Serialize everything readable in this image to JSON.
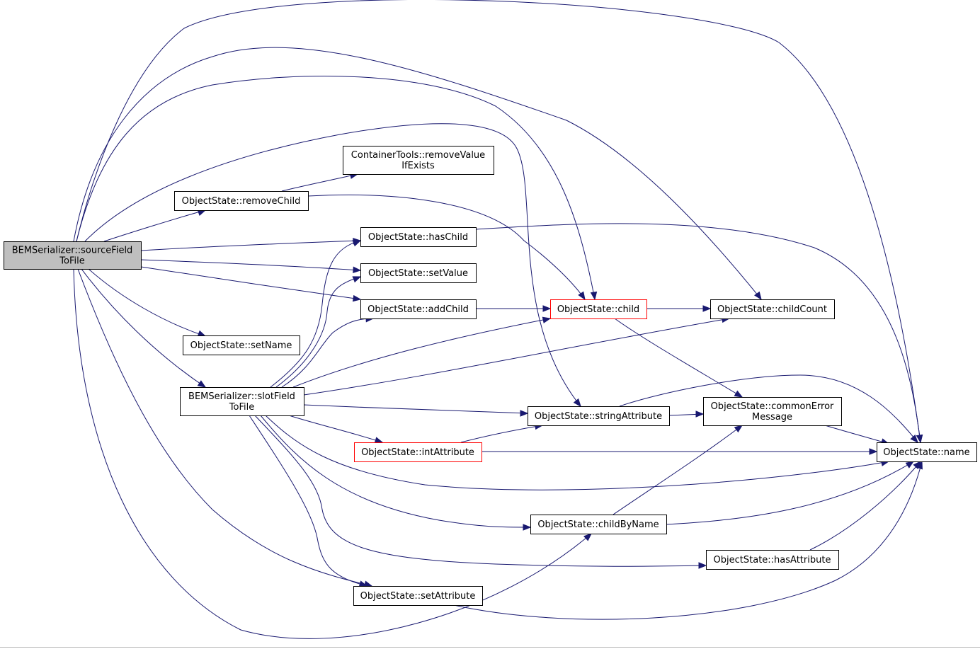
{
  "colors": {
    "edge": "#191970",
    "root_fill": "#bfbfbf",
    "flagged_border": "#ff0000"
  },
  "nodes": {
    "bem_sourcefield": {
      "lines": [
        "BEMSerializer::sourceField",
        "ToFile"
      ],
      "style": "root"
    },
    "os_removechild": {
      "lines": [
        "ObjectState::removeChild"
      ]
    },
    "ct_removevalue": {
      "lines": [
        "ContainerTools::removeValue",
        "IfExists"
      ]
    },
    "os_haschild": {
      "lines": [
        "ObjectState::hasChild"
      ]
    },
    "os_setvalue": {
      "lines": [
        "ObjectState::setValue"
      ]
    },
    "os_addchild": {
      "lines": [
        "ObjectState::addChild"
      ]
    },
    "os_child": {
      "lines": [
        "ObjectState::child"
      ],
      "style": "flagged"
    },
    "os_childcount": {
      "lines": [
        "ObjectState::childCount"
      ]
    },
    "os_setname": {
      "lines": [
        "ObjectState::setName"
      ]
    },
    "bem_slotfield": {
      "lines": [
        "BEMSerializer::slotField",
        "ToFile"
      ]
    },
    "os_stringattribute": {
      "lines": [
        "ObjectState::stringAttribute"
      ]
    },
    "os_commonerror": {
      "lines": [
        "ObjectState::commonError",
        "Message"
      ]
    },
    "os_intattribute": {
      "lines": [
        "ObjectState::intAttribute"
      ],
      "style": "flagged"
    },
    "os_name": {
      "lines": [
        "ObjectState::name"
      ]
    },
    "os_childbyname": {
      "lines": [
        "ObjectState::childByName"
      ]
    },
    "os_hasattribute": {
      "lines": [
        "ObjectState::hasAttribute"
      ]
    },
    "os_setattribute": {
      "lines": [
        "ObjectState::setAttribute"
      ]
    }
  },
  "edges": [
    [
      "bem_sourcefield",
      "os_removechild"
    ],
    [
      "bem_sourcefield",
      "os_haschild"
    ],
    [
      "bem_sourcefield",
      "os_setvalue"
    ],
    [
      "bem_sourcefield",
      "os_addchild"
    ],
    [
      "bem_sourcefield",
      "os_setname"
    ],
    [
      "bem_sourcefield",
      "bem_slotfield"
    ],
    [
      "bem_sourcefield",
      "os_setattribute"
    ],
    [
      "bem_sourcefield",
      "os_childbyname"
    ],
    [
      "bem_sourcefield",
      "os_name"
    ],
    [
      "bem_sourcefield",
      "os_childcount"
    ],
    [
      "bem_sourcefield",
      "os_child"
    ],
    [
      "bem_sourcefield",
      "os_stringattribute"
    ],
    [
      "os_removechild",
      "ct_removevalue"
    ],
    [
      "os_removechild",
      "os_child"
    ],
    [
      "os_haschild",
      "os_name"
    ],
    [
      "os_addchild",
      "os_child"
    ],
    [
      "os_child",
      "os_childcount"
    ],
    [
      "os_child",
      "os_commonerror"
    ],
    [
      "bem_slotfield",
      "os_haschild"
    ],
    [
      "bem_slotfield",
      "os_setvalue"
    ],
    [
      "bem_slotfield",
      "os_addchild"
    ],
    [
      "bem_slotfield",
      "os_child"
    ],
    [
      "bem_slotfield",
      "os_childcount"
    ],
    [
      "bem_slotfield",
      "os_stringattribute"
    ],
    [
      "bem_slotfield",
      "os_intattribute"
    ],
    [
      "bem_slotfield",
      "os_name"
    ],
    [
      "bem_slotfield",
      "os_childbyname"
    ],
    [
      "bem_slotfield",
      "os_hasattribute"
    ],
    [
      "bem_slotfield",
      "os_setattribute"
    ],
    [
      "os_stringattribute",
      "os_commonerror"
    ],
    [
      "os_stringattribute",
      "os_name"
    ],
    [
      "os_intattribute",
      "os_stringattribute"
    ],
    [
      "os_intattribute",
      "os_name"
    ],
    [
      "os_commonerror",
      "os_name"
    ],
    [
      "os_childbyname",
      "os_commonerror"
    ],
    [
      "os_childbyname",
      "os_name"
    ],
    [
      "os_hasattribute",
      "os_name"
    ],
    [
      "os_setattribute",
      "os_name"
    ]
  ]
}
